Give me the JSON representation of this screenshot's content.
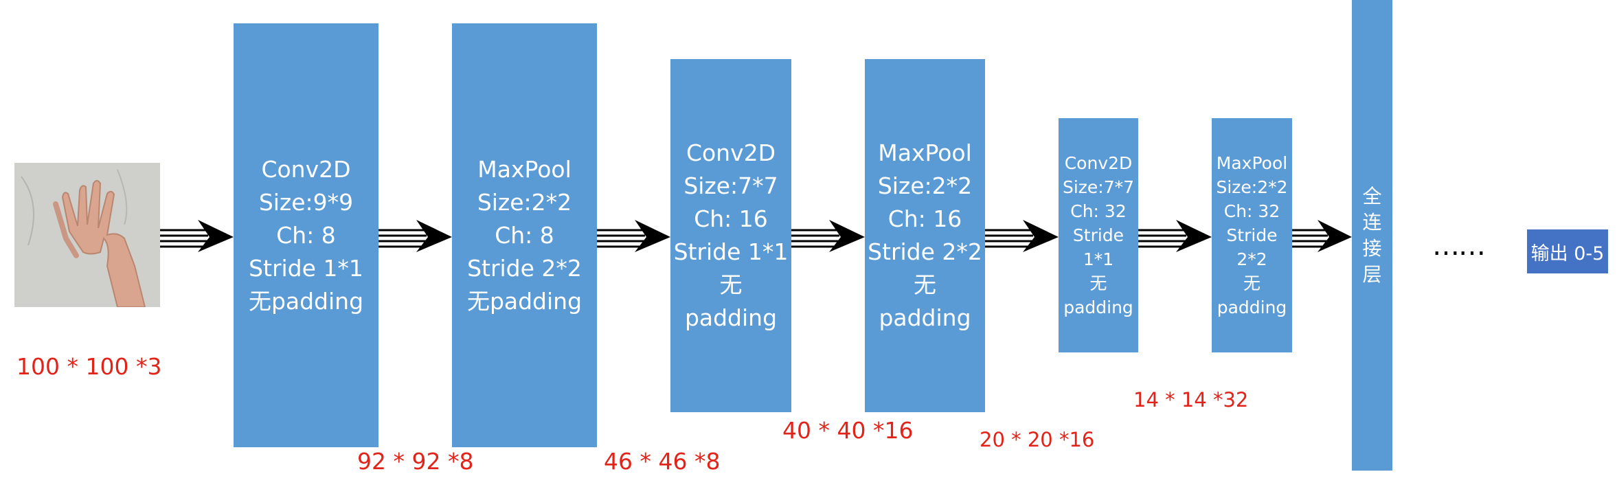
{
  "input": {
    "image": "hand-photo",
    "dims": "100 * 100 *3"
  },
  "layers": [
    {
      "id": "conv1",
      "lines": [
        "Conv2D",
        "Size:9*9",
        "Ch: 8",
        "Stride 1*1",
        "无padding"
      ],
      "dims": "92 * 92 *8"
    },
    {
      "id": "pool1",
      "lines": [
        "MaxPool",
        "Size:2*2",
        "Ch: 8",
        "Stride 2*2",
        "无padding"
      ],
      "dims": "46 * 46 *8"
    },
    {
      "id": "conv2",
      "lines": [
        "Conv2D",
        "Size:7*7",
        "Ch: 16",
        "Stride 1*1",
        "无",
        "padding"
      ],
      "dims": "40 * 40 *16"
    },
    {
      "id": "pool2",
      "lines": [
        "MaxPool",
        "Size:2*2",
        "Ch: 16",
        "Stride 2*2",
        "无",
        "padding"
      ],
      "dims": "20 * 20 *16"
    },
    {
      "id": "conv3",
      "lines": [
        "Conv2D",
        "Size:7*7",
        "Ch: 32",
        "Stride",
        "1*1",
        "无",
        "padding"
      ]
    },
    {
      "id": "pool3",
      "lines": [
        "MaxPool",
        "Size:2*2",
        "Ch: 32",
        "Stride",
        "2*2",
        "无",
        "padding"
      ],
      "dims": "14 * 14 *32"
    }
  ],
  "fc": {
    "lines": [
      "全",
      "连",
      "接",
      "层"
    ]
  },
  "ellipsis": "……",
  "output": {
    "label": "输出 0-5"
  },
  "colors": {
    "block": "#5b9bd5",
    "output": "#4472c4",
    "dims_text": "#e2231a",
    "arrow": "#000000"
  }
}
